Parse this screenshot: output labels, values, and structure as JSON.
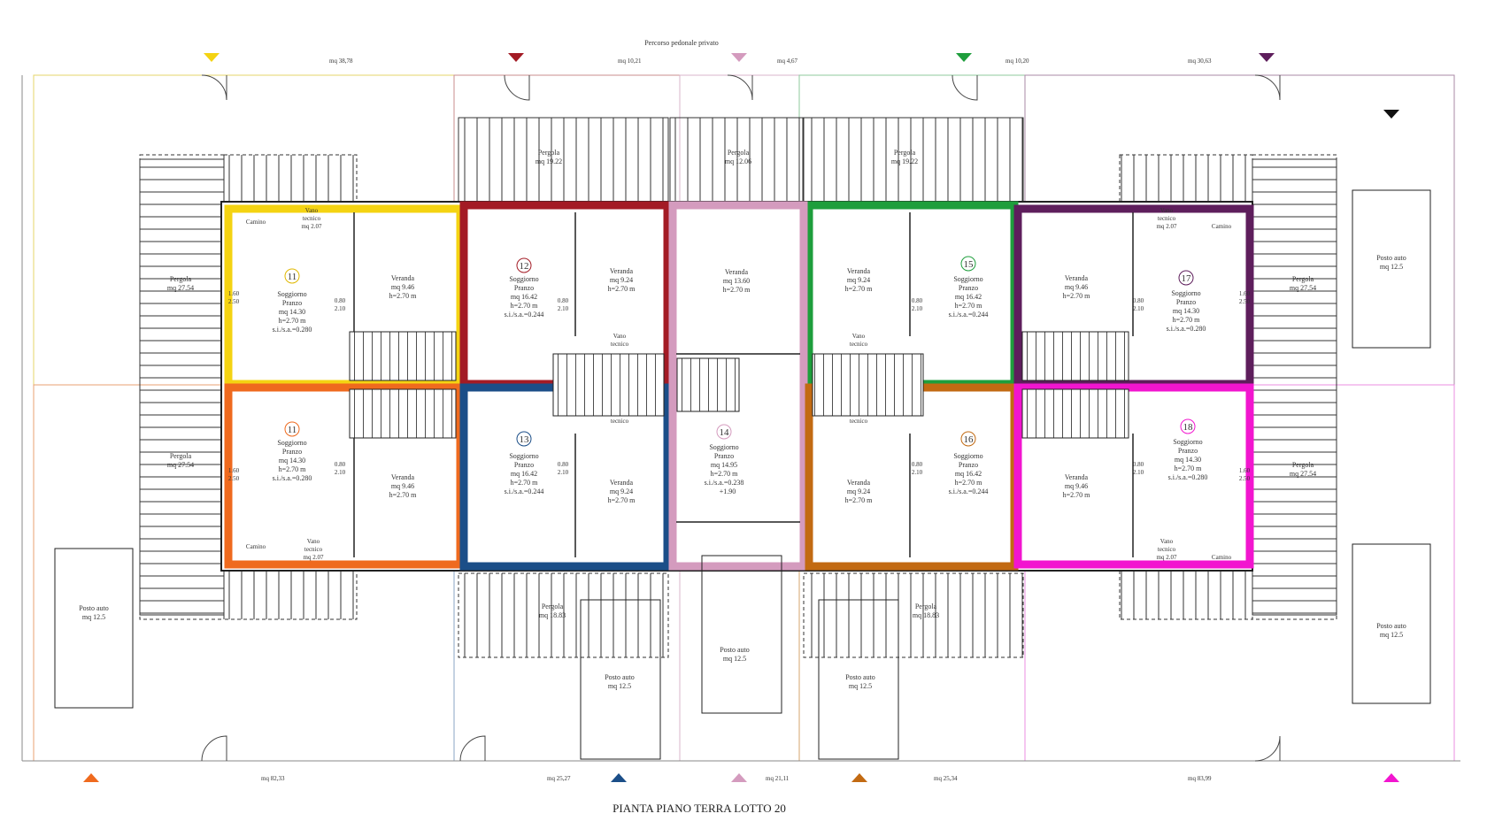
{
  "title": "PIANTA PIANO TERRA LOTTO 20",
  "top_path": "Percorso pedonale privato",
  "colors": {
    "yellow": "#F4D312",
    "red": "#A31B25",
    "pink": "#D49BBE",
    "green": "#1E9E3C",
    "purple": "#5E1E5C",
    "orange": "#EF6A1E",
    "blue": "#1B4E88",
    "brown": "#C26A12",
    "magenta": "#F215CF",
    "black": "#111111"
  },
  "units": [
    {
      "id": "u11",
      "color": "yellow",
      "number": "11",
      "name": "Soggiorno",
      "name2": "Pranzo",
      "area": "mq 14.30",
      "h": "h=2.70 m",
      "ratio": "s.i./s.a.=0.280"
    },
    {
      "id": "u12",
      "color": "red",
      "number": "12",
      "name": "Soggiorno",
      "name2": "Pranzo",
      "area": "mq 16.42",
      "h": "h=2.70 m",
      "ratio": "s.i./s.a.=0.244"
    },
    {
      "id": "u15",
      "color": "green",
      "number": "15",
      "name": "Soggiorno",
      "name2": "Pranzo",
      "area": "mq 16.42",
      "h": "h=2.70 m",
      "ratio": "s.i./s.a.=0.244"
    },
    {
      "id": "u17",
      "color": "purple",
      "number": "17",
      "name": "Soggiorno",
      "name2": "Pranzo",
      "area": "mq 14.30",
      "h": "h=2.70 m",
      "ratio": "s.i./s.a.=0.280"
    },
    {
      "id": "u11b",
      "color": "orange",
      "number": "11",
      "name": "Soggiorno",
      "name2": "Pranzo",
      "area": "mq 14.30",
      "h": "h=2.70 m",
      "ratio": "s.i./s.a.=0.280"
    },
    {
      "id": "u13",
      "color": "blue",
      "number": "13",
      "name": "Soggiorno",
      "name2": "Pranzo",
      "area": "mq 16.42",
      "h": "h=2.70 m",
      "ratio": "s.i./s.a.=0.244"
    },
    {
      "id": "u14",
      "color": "pink",
      "number": "14",
      "name": "Soggiorno",
      "name2": "Pranzo",
      "area": "mq 14.95",
      "h": "h=2.70 m",
      "ratio": "s.i./s.a.=0.238",
      "extra": "+1.90"
    },
    {
      "id": "u16",
      "color": "brown",
      "number": "16",
      "name": "Soggiorno",
      "name2": "Pranzo",
      "area": "mq 16.42",
      "h": "h=2.70 m",
      "ratio": "s.i./s.a.=0.244"
    },
    {
      "id": "u18",
      "color": "magenta",
      "number": "18",
      "name": "Soggiorno",
      "name2": "Pranzo",
      "area": "mq 14.30",
      "h": "h=2.70 m",
      "ratio": "s.i./s.a.=0.280"
    }
  ],
  "verandas": [
    {
      "label": "Veranda",
      "area": "mq 9.46",
      "h": "h=2.70 m"
    },
    {
      "label": "Veranda",
      "area": "mq 9.24",
      "h": "h=2.70 m"
    },
    {
      "label": "Veranda",
      "area": "mq 13.60",
      "h": "h=2.70 m"
    },
    {
      "label": "Veranda",
      "area": "mq 9.24",
      "h": "h=2.70 m"
    },
    {
      "label": "Veranda",
      "area": "mq 9.46",
      "h": "h=2.70 m"
    },
    {
      "label": "Veranda",
      "area": "mq 9.46",
      "h": "h=2.70 m"
    },
    {
      "label": "Veranda",
      "area": "mq 9.24",
      "h": "h=2.70 m"
    },
    {
      "label": "Veranda",
      "area": "mq 9.24",
      "h": "h=2.70 m"
    },
    {
      "label": "Veranda",
      "area": "mq 9.46",
      "h": "h=2.70 m"
    }
  ],
  "pergolas": [
    {
      "label": "Pergola",
      "area": "mq 27.54"
    },
    {
      "label": "Pergola",
      "area": "mq 19.22"
    },
    {
      "label": "Pergola",
      "area": "mq 12.06"
    },
    {
      "label": "Pergola",
      "area": "mq 19.22"
    },
    {
      "label": "Pergola",
      "area": "mq 27.54"
    },
    {
      "label": "Pergola",
      "area": "mq 27.54"
    },
    {
      "label": "Pergola",
      "area": "mq 18.83"
    },
    {
      "label": "Pergola",
      "area": "mq 18.83"
    },
    {
      "label": "Pergola",
      "area": "mq 27.54"
    }
  ],
  "parking": [
    {
      "label": "Posto auto",
      "area": "mq 12.5"
    },
    {
      "label": "Posto auto",
      "area": "mq 12.5"
    },
    {
      "label": "Posto auto",
      "area": "mq 12.5"
    },
    {
      "label": "Posto auto",
      "area": "mq 12.5"
    },
    {
      "label": "Posto auto",
      "area": "mq 12.5"
    },
    {
      "label": "Posto auto",
      "area": "mq 12.5"
    }
  ],
  "technical": {
    "label": "Vano",
    "label2": "tecnico",
    "area": "mq 2.07"
  },
  "camino": "Camino",
  "garden_top": [
    "mq 38,78",
    "mq 10,21",
    "mq 4,67",
    "mq 10,20",
    "mq 30,63"
  ],
  "garden_bottom": [
    "mq 82,33",
    "mq 25,27",
    "mq 21,11",
    "mq 25,34",
    "mq 83,99"
  ],
  "dims": {
    "a": "0.80",
    "b": "2.10",
    "c": "1.60",
    "d": "2.50",
    "e": "2.70"
  }
}
